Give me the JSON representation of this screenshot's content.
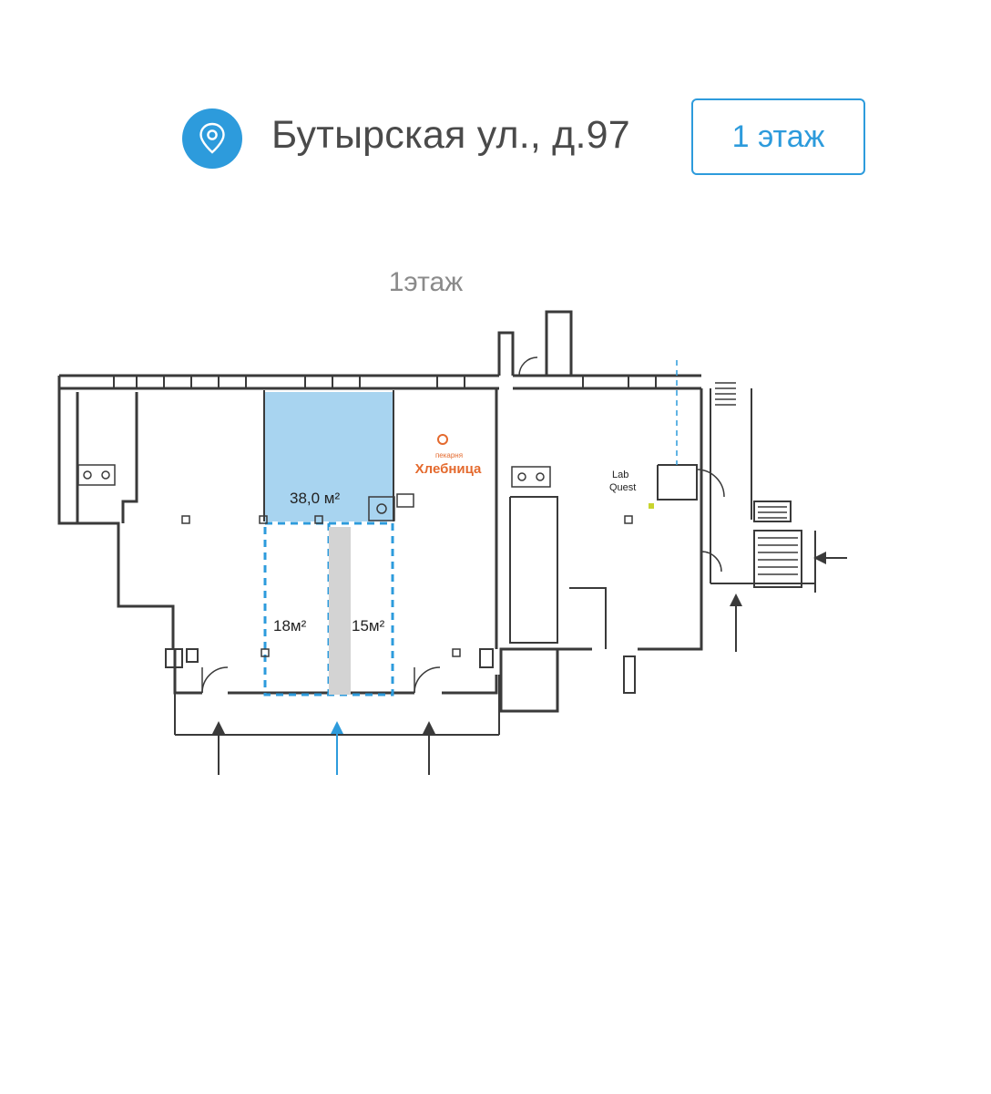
{
  "header": {
    "icon": "location-pin-icon",
    "address": "Бутырская ул., д.97",
    "floor_button_label": "1 этаж",
    "accent_color": "#2d9bdc"
  },
  "plan": {
    "title": "1этаж",
    "rooms": {
      "room_a_area": "38,0 м²",
      "room_b_area": "18м²",
      "room_c_area": "15м²"
    },
    "tenants": {
      "bakery_small": "пекарня",
      "bakery_name": "Хлебница",
      "lab_quest_line1": "Lab",
      "lab_quest_line2": "Quest"
    },
    "colors": {
      "highlight_fill": "#a8d4f0",
      "dashed_outline": "#2d9bdc",
      "bakery": "#e46a2e",
      "wall": "#3a3a3a"
    }
  }
}
